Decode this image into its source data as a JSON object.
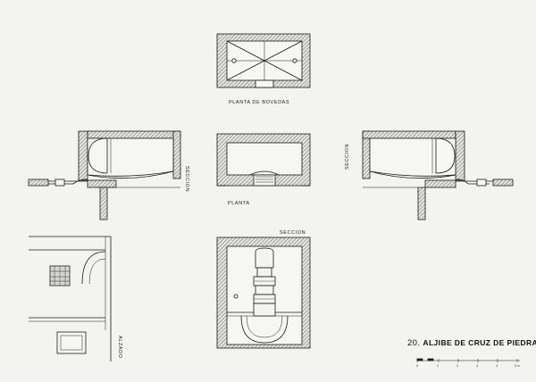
{
  "labels": {
    "vault_plan": "PLANTA DE BOVEDAS",
    "plan": "PLANTA",
    "section": "SECCION",
    "section_right": "SECCION",
    "section_bottom": "SECCION",
    "elevation": "ALZADO"
  },
  "title": {
    "number": "20.",
    "name": "ALJIBE DE CRUZ DE PIEDRA"
  },
  "scale": {
    "ticks": [
      "0",
      "1",
      "2",
      "3",
      "4",
      "5 m"
    ]
  },
  "colors": {
    "ink": "#1a1a1a",
    "paper": "#f3f3f1",
    "hatch": "#555555"
  }
}
